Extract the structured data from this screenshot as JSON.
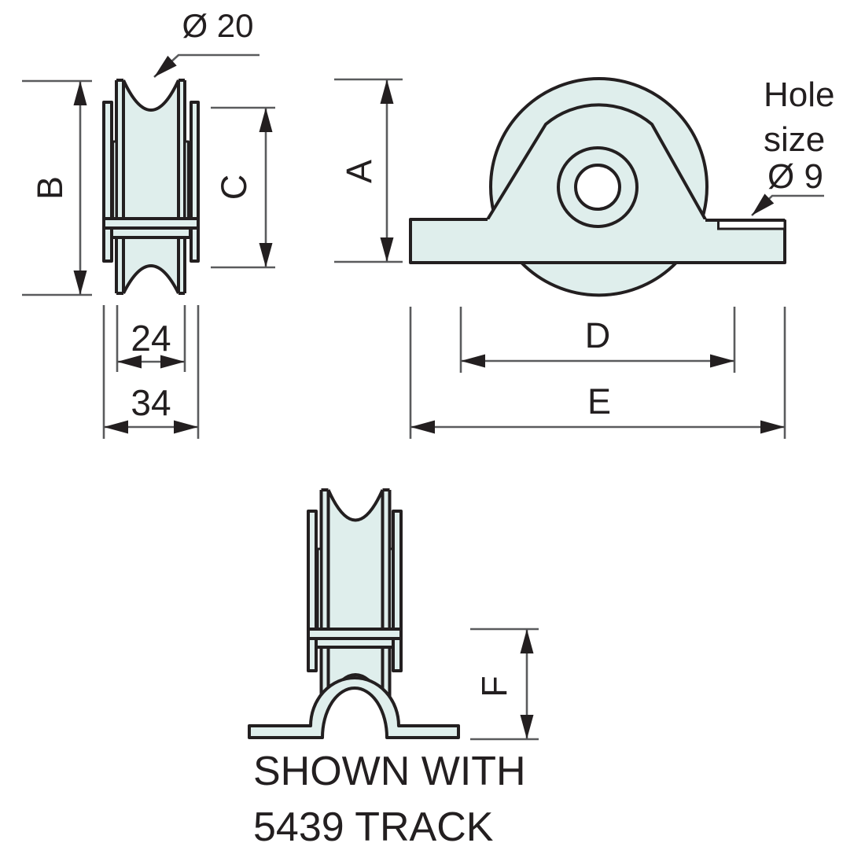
{
  "colors": {
    "diagram-fill": "#dfeeec",
    "line": "#231f20",
    "dim-line": "#5a5b5d",
    "text": "#231f20",
    "background": "#ffffff"
  },
  "side_view": {
    "groove_diameter_label": "Ø 20",
    "overall_height_label": "B",
    "groove_span_label": "C",
    "hub_width_label": "24",
    "overall_width_label": "34"
  },
  "front_view": {
    "overall_height_label": "A",
    "hole_centres_label": "D",
    "plate_length_label": "E",
    "hole_note_line1": "Hole",
    "hole_note_line2": "size",
    "hole_note_line3": "Ø 9"
  },
  "track_view": {
    "track_height_label": "F",
    "caption_line1": "SHOWN WITH",
    "caption_line2": "5439 TRACK"
  }
}
